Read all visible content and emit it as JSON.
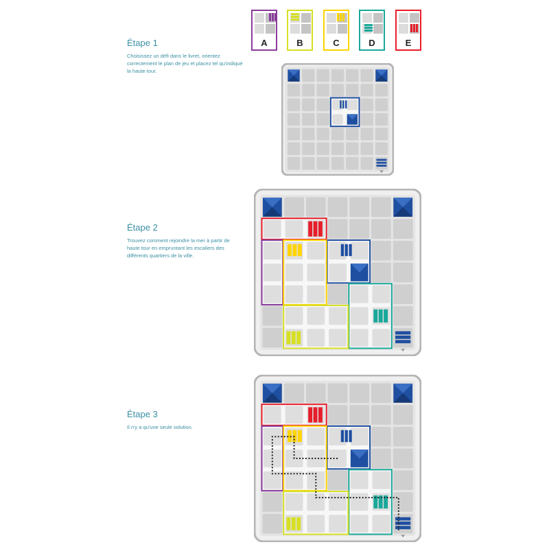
{
  "steps": [
    {
      "title": "Étape 1",
      "text": "Choisissez un défi dans le livret, orientez correctement le plan de jeu et placez tel qu'indiqué la haute tour."
    },
    {
      "title": "Étape 2",
      "text": "Trouvez comment rejoindre la mer à partir de haute tour en empruntant les escaliers des différents quartiers de la ville."
    },
    {
      "title": "Étape 3",
      "text": "Il n'y a qu'une seule solution."
    }
  ],
  "pieces": [
    {
      "label": "A",
      "color": "#8a3b9c",
      "name": "purple"
    },
    {
      "label": "B",
      "color": "#d7df23",
      "name": "lime"
    },
    {
      "label": "C",
      "color": "#ffd400",
      "name": "yellow"
    },
    {
      "label": "D",
      "color": "#19a89a",
      "name": "teal"
    },
    {
      "label": "E",
      "color": "#e61e2a",
      "name": "red"
    }
  ],
  "colors": {
    "board_frame": "#d6d6d6",
    "board_border": "#b5b5b5",
    "cell": "#cfcfcf",
    "tower_blue": "#1f4fa0",
    "path": "#222222"
  },
  "icons": {
    "corner_marker": "pyramid-icon",
    "exit_marker": "triangle-down-icon",
    "stairs": "stairs-icon"
  }
}
